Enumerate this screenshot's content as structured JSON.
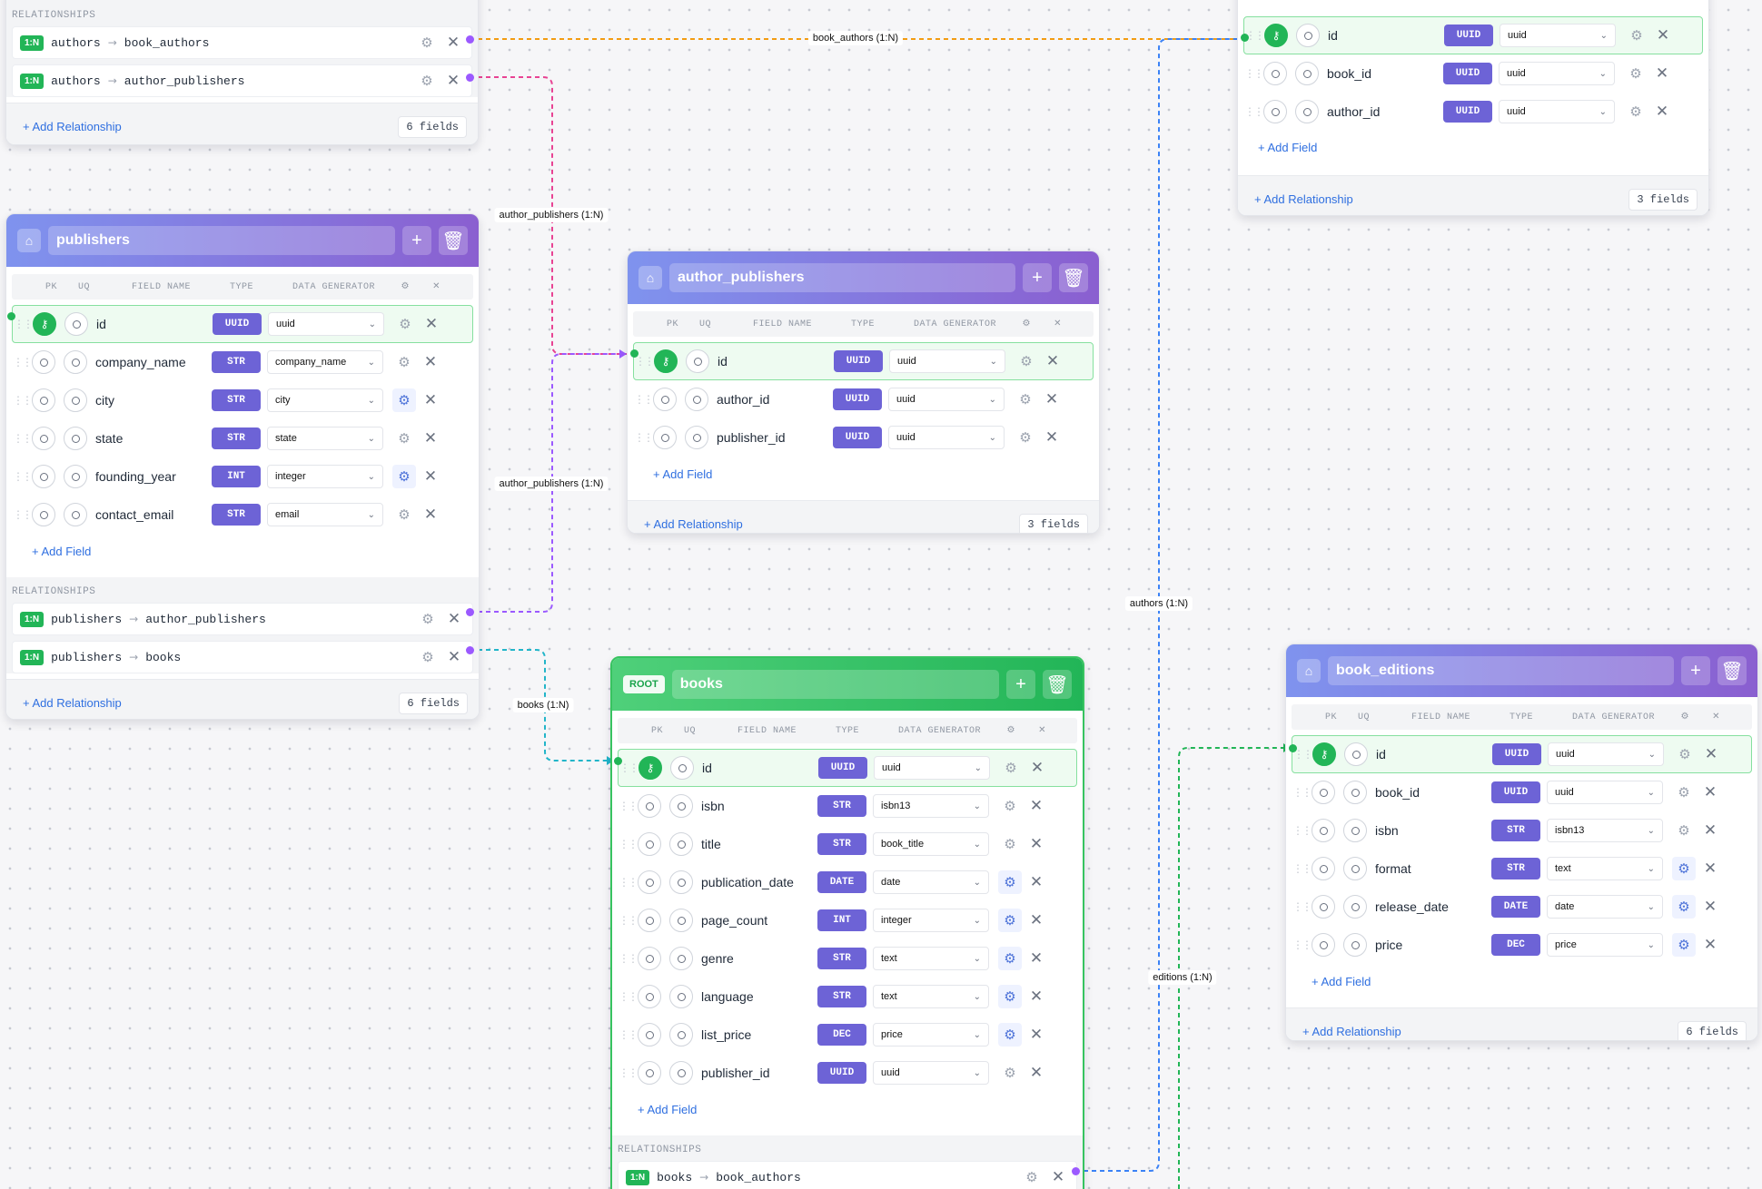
{
  "colors": {
    "pk": "#22b557",
    "type_badge": "#6d63d6",
    "link": "#2f6fe0",
    "header_purple": "#8a5fd0",
    "header_green": "#22b557"
  },
  "column_headers": {
    "pk": "PK",
    "uq": "UQ",
    "field_name": "FIELD NAME",
    "type": "TYPE",
    "data_generator": "DATA GENERATOR"
  },
  "labels": {
    "add_field": "+ Add Field",
    "add_relationship": "+ Add Relationship",
    "relationships": "RELATIONSHIPS",
    "root_badge": "ROOT",
    "one_to_many": "1:N"
  },
  "edges": [
    {
      "label": "book_authors (1:N)",
      "color": "#f39c12"
    },
    {
      "label": "author_publishers (1:N)",
      "color": "#e84393"
    },
    {
      "label": "author_publishers (1:N)",
      "color": "#9b59ff"
    },
    {
      "label": "books (1:N)",
      "color": "#22b5c9"
    },
    {
      "label": "authors (1:N)",
      "color": "#3b82f6"
    },
    {
      "label": "editions (1:N)",
      "color": "#22b557"
    }
  ],
  "authors": {
    "relationships": [
      {
        "from": "authors",
        "to": "book_authors"
      },
      {
        "from": "authors",
        "to": "author_publishers"
      }
    ],
    "field_count": "6 fields"
  },
  "book_authors": {
    "fields": [
      {
        "name": "id",
        "type": "UUID",
        "generator": "uuid"
      },
      {
        "name": "book_id",
        "type": "UUID",
        "generator": "uuid"
      },
      {
        "name": "author_id",
        "type": "UUID",
        "generator": "uuid"
      }
    ],
    "field_count": "3 fields"
  },
  "publishers": {
    "title": "publishers",
    "fields": [
      {
        "name": "id",
        "type": "UUID",
        "generator": "uuid"
      },
      {
        "name": "company_name",
        "type": "STR",
        "generator": "company_name"
      },
      {
        "name": "city",
        "type": "STR",
        "generator": "city"
      },
      {
        "name": "state",
        "type": "STR",
        "generator": "state"
      },
      {
        "name": "founding_year",
        "type": "INT",
        "generator": "integer"
      },
      {
        "name": "contact_email",
        "type": "STR",
        "generator": "email"
      }
    ],
    "relationships": [
      {
        "from": "publishers",
        "to": "author_publishers"
      },
      {
        "from": "publishers",
        "to": "books"
      }
    ],
    "field_count": "6 fields"
  },
  "author_publishers": {
    "title": "author_publishers",
    "fields": [
      {
        "name": "id",
        "type": "UUID",
        "generator": "uuid"
      },
      {
        "name": "author_id",
        "type": "UUID",
        "generator": "uuid"
      },
      {
        "name": "publisher_id",
        "type": "UUID",
        "generator": "uuid"
      }
    ],
    "field_count": "3 fields"
  },
  "books": {
    "title": "books",
    "fields": [
      {
        "name": "id",
        "type": "UUID",
        "generator": "uuid"
      },
      {
        "name": "isbn",
        "type": "STR",
        "generator": "isbn13"
      },
      {
        "name": "title",
        "type": "STR",
        "generator": "book_title"
      },
      {
        "name": "publication_date",
        "type": "DATE",
        "generator": "date"
      },
      {
        "name": "page_count",
        "type": "INT",
        "generator": "integer"
      },
      {
        "name": "genre",
        "type": "STR",
        "generator": "text"
      },
      {
        "name": "language",
        "type": "STR",
        "generator": "text"
      },
      {
        "name": "list_price",
        "type": "DEC",
        "generator": "price"
      },
      {
        "name": "publisher_id",
        "type": "UUID",
        "generator": "uuid"
      }
    ],
    "relationships": [
      {
        "from": "books",
        "to": "book_authors"
      }
    ]
  },
  "book_editions": {
    "title": "book_editions",
    "fields": [
      {
        "name": "id",
        "type": "UUID",
        "generator": "uuid"
      },
      {
        "name": "book_id",
        "type": "UUID",
        "generator": "uuid"
      },
      {
        "name": "isbn",
        "type": "STR",
        "generator": "isbn13"
      },
      {
        "name": "format",
        "type": "STR",
        "generator": "text"
      },
      {
        "name": "release_date",
        "type": "DATE",
        "generator": "date"
      },
      {
        "name": "price",
        "type": "DEC",
        "generator": "price"
      }
    ],
    "field_count": "6 fields"
  }
}
